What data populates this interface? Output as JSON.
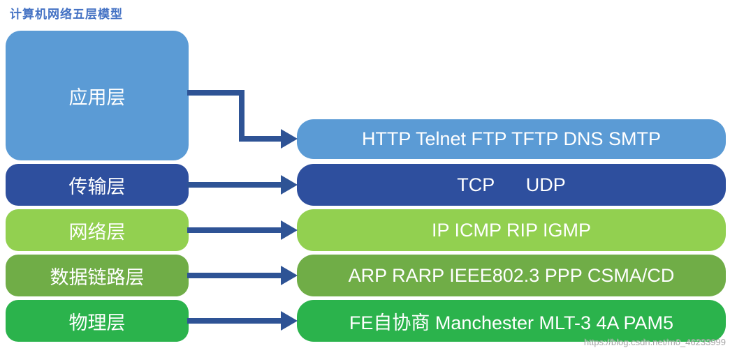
{
  "title": "计算机网络五层模型",
  "title_color": "#4472C4",
  "arrow_color": "#2E5395",
  "watermark": "https://blog.csdn.net/m0_46233999",
  "layers": [
    {
      "name": "application",
      "label": "应用层",
      "protocols": "HTTP Telnet FTP TFTP DNS SMTP",
      "color": "#5B9BD5"
    },
    {
      "name": "transport",
      "label": "传输层",
      "protocols": "TCP      UDP",
      "color": "#2E4F9E"
    },
    {
      "name": "network",
      "label": "网络层",
      "protocols": "IP ICMP RIP IGMP",
      "color": "#92D050"
    },
    {
      "name": "datalink",
      "label": "数据链路层",
      "protocols": "ARP RARP IEEE802.3 PPP CSMA/CD",
      "color": "#70AD47"
    },
    {
      "name": "physical",
      "label": "物理层",
      "protocols": "FE自协商 Manchester MLT-3 4A PAM5",
      "color": "#2BB34C"
    }
  ]
}
